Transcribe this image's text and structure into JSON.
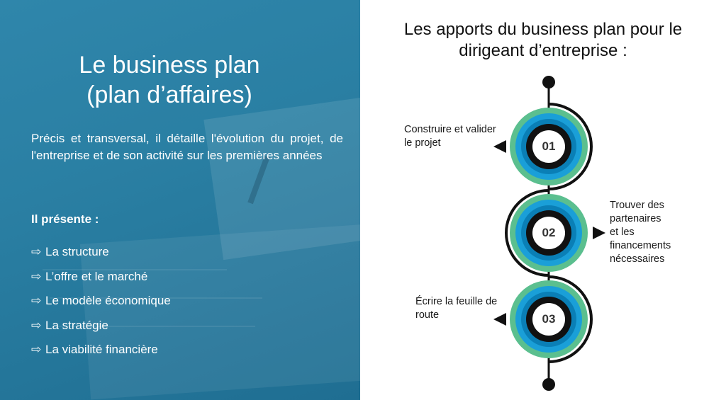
{
  "left_panel": {
    "title_line1": "Le business plan",
    "title_line2": "(plan d’affaires)",
    "description": "Précis et transversal, il détaille l'évolution du projet, de l'entreprise et de son activité sur les premières années",
    "presente_label": "Il présente :",
    "bullet_arrow": "⇨",
    "bullets": [
      "La structure",
      "L’offre et le marché",
      "Le modèle économique",
      "La stratégie",
      "La viabilité financière"
    ]
  },
  "right_panel": {
    "title_line1": "Les apports du business plan pour le",
    "title_line2": "dirigeant d’entreprise :",
    "steps": [
      {
        "number": "01",
        "label_lines": [
          "Construire et valider",
          "le projet"
        ]
      },
      {
        "number": "02",
        "label_lines": [
          "Trouver des",
          "partenaires",
          "et les",
          "financements",
          "nécessaires"
        ]
      },
      {
        "number": "03",
        "label_lines": [
          "Écrire la feuille de",
          "route"
        ]
      }
    ]
  },
  "colors": {
    "left_background": "#2a7fa3",
    "ring_green": "#5bbf8f",
    "ring_blue": "#1a9fd8",
    "ring_black": "#111111",
    "center_fill": "#ffffff"
  }
}
